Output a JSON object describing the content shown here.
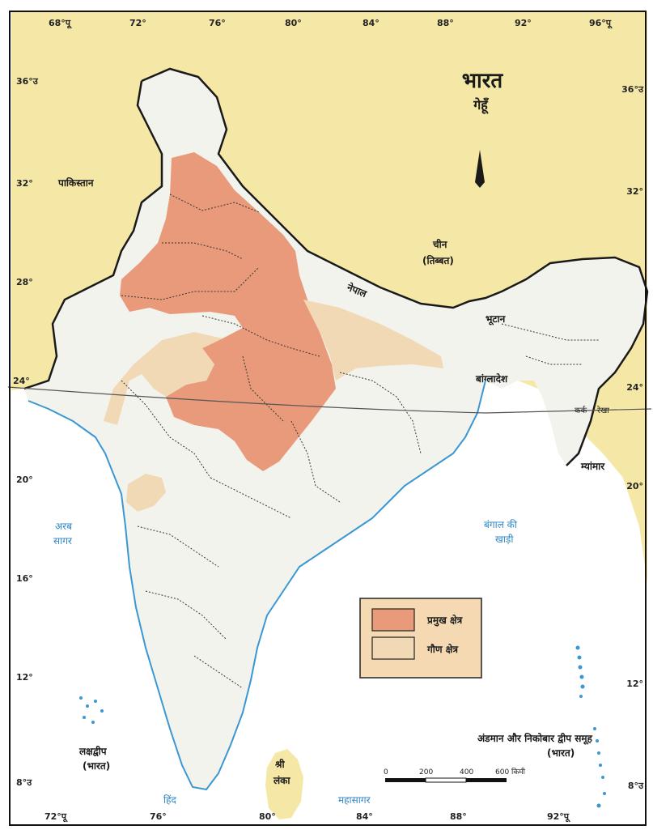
{
  "map": {
    "title": "भारत",
    "subtitle": "गेहूँ",
    "colors": {
      "sea": "#ffffff",
      "neighbor_land": "#f5e8a6",
      "india_land": "#f3f3ee",
      "major_area": "#e89a7a",
      "minor_area": "#f2d9b6",
      "coast": "#3a97d3",
      "border": "#1a1a1a",
      "state_border": "#333333",
      "tropic": "#555555"
    },
    "longitude_labels_top": [
      "68°पू",
      "72°",
      "76°",
      "80°",
      "84°",
      "88°",
      "92°",
      "96°पू"
    ],
    "longitude_labels_bottom": [
      "72°पू",
      "76°",
      "80°",
      "84°",
      "88°",
      "92°पू"
    ],
    "latitude_labels_left": [
      "36°उ",
      "32°",
      "28°",
      "24°",
      "20°",
      "16°",
      "12°",
      "8°उ"
    ],
    "latitude_labels_right": [
      "36°उ",
      "32°",
      "24°",
      "20°",
      "12°",
      "8°उ"
    ],
    "countries": {
      "pakistan": "पाकिस्तान",
      "china": "चीन",
      "tibet": "(तिब्बत)",
      "nepal": "नेपाल",
      "bhutan": "भूटान",
      "bangladesh": "बांग्लादेश",
      "myanmar": "म्यांमार",
      "sri": "श्री",
      "lanka": "लंका"
    },
    "seas": {
      "arabian_1": "अरब",
      "arabian_2": "सागर",
      "bay_1": "बंगाल की",
      "bay_2": "खाड़ी",
      "hind": "हिंद",
      "mahasagar": "महासागर"
    },
    "islands": {
      "lakshadweep_1": "लक्षद्वीप",
      "lakshadweep_2": "(भारत)",
      "andaman_1": "अंडमान और निकोबार द्वीप समूह",
      "andaman_2": "(भारत)"
    },
    "tropic_1": "कर्क",
    "tropic_2": "रेखा",
    "legend": {
      "major": "प्रमुख क्षेत्र",
      "minor": "गौण क्षेत्र"
    },
    "scale": {
      "ticks": [
        "0",
        "200",
        "400",
        "600 किमी"
      ]
    }
  }
}
